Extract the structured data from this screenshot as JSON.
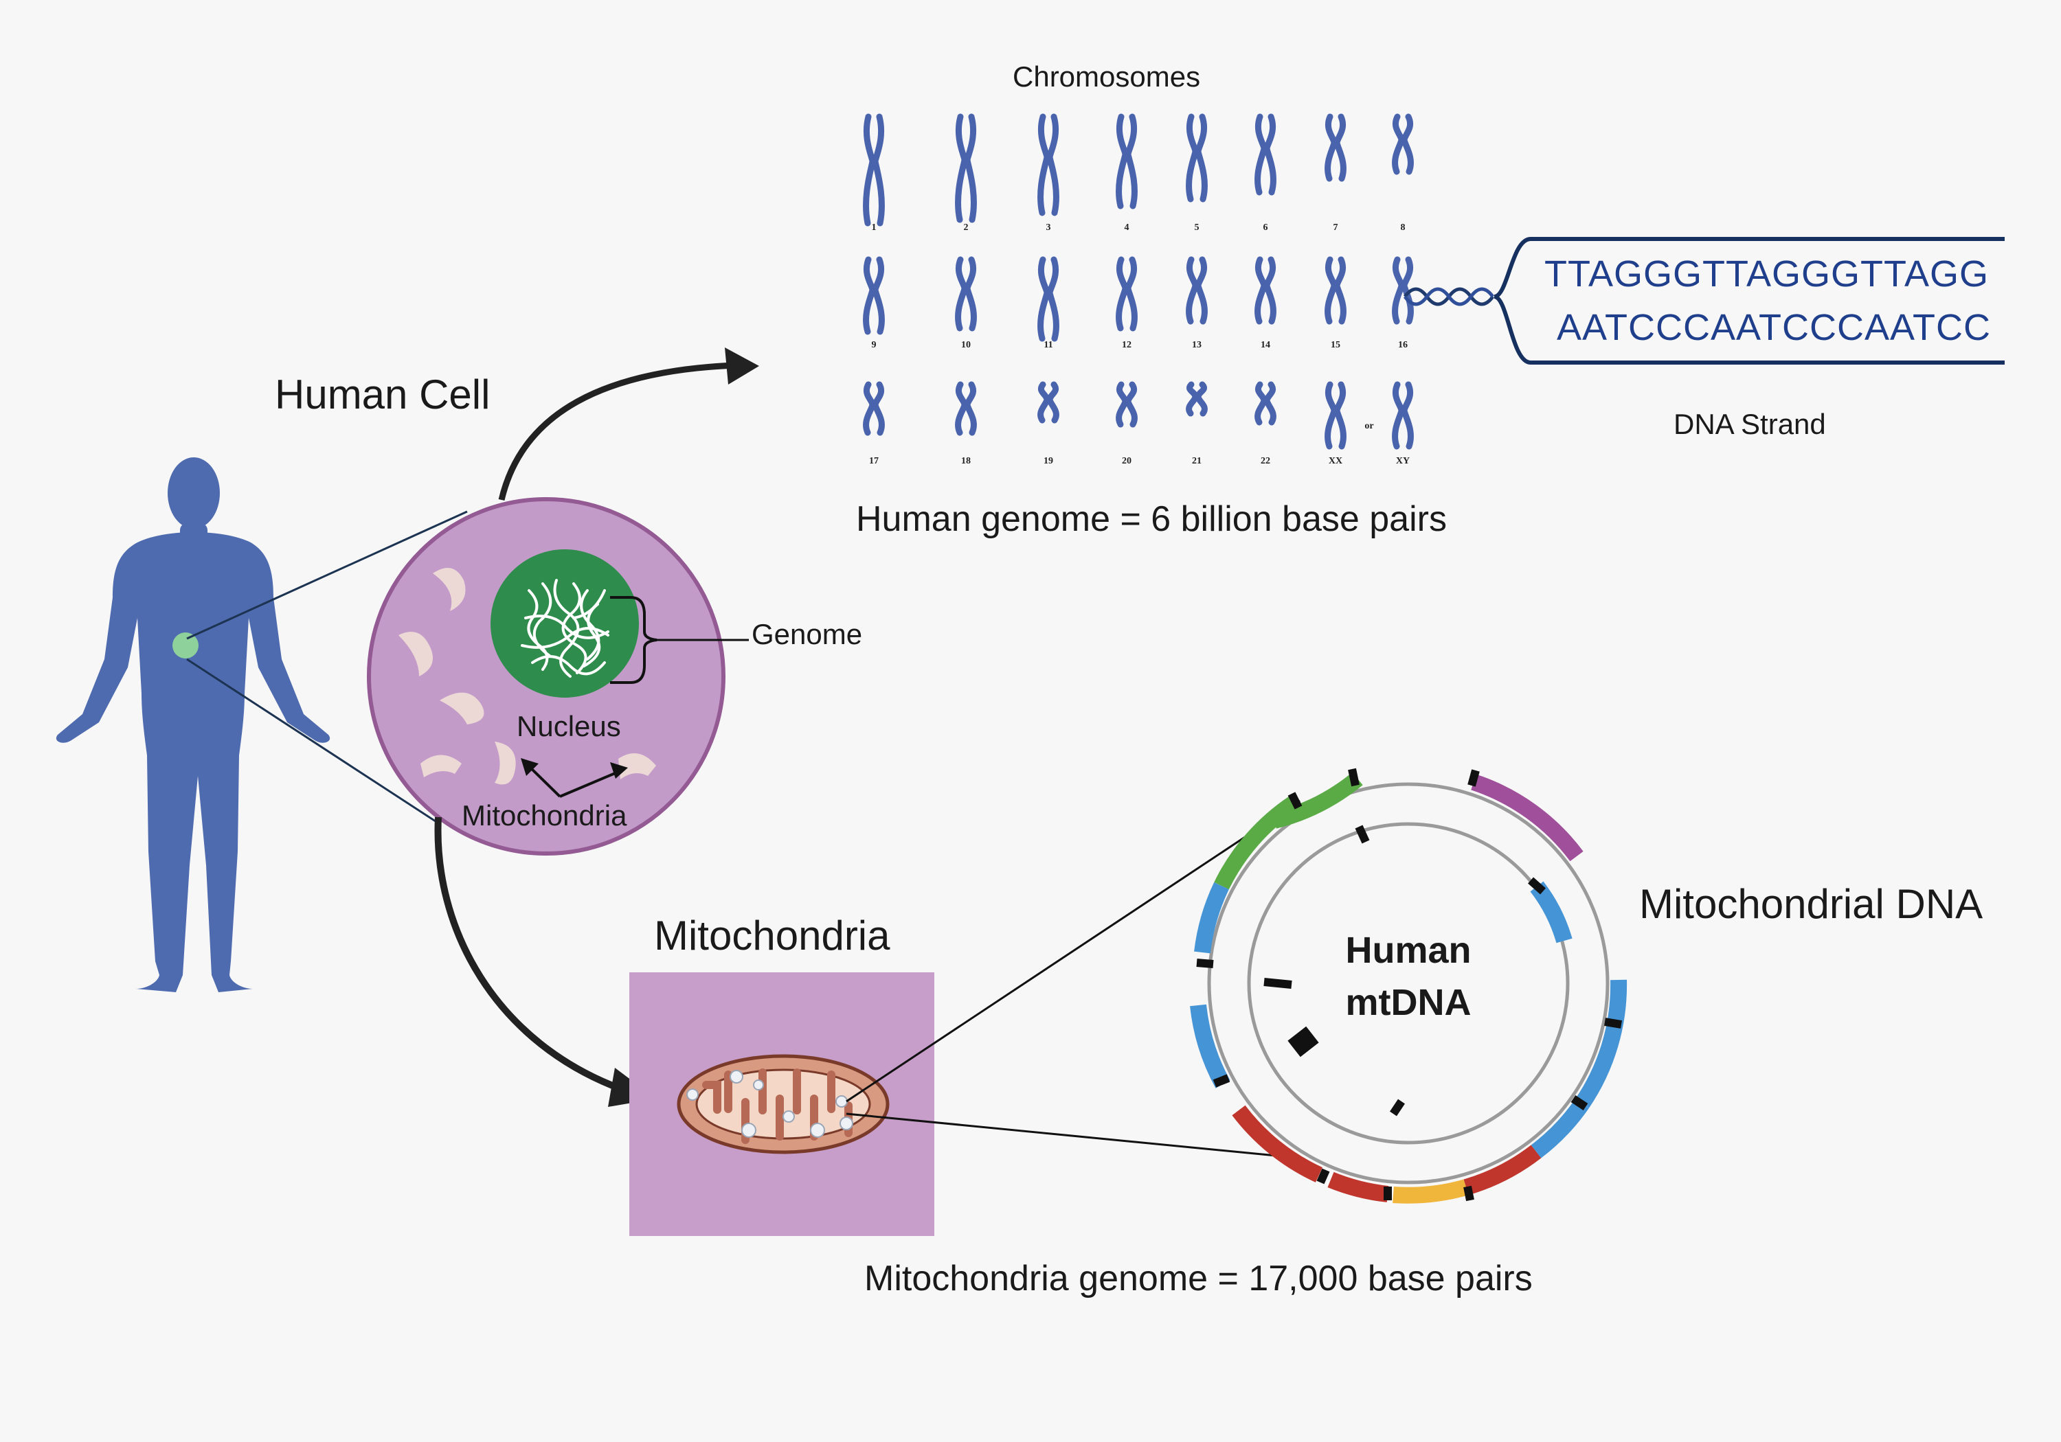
{
  "labels": {
    "chromosomes_title": "Chromosomes",
    "human_cell": "Human Cell",
    "genome": "Genome",
    "nucleus": "Nucleus",
    "mitochondria_in_cell": "Mitochondria",
    "human_genome_size": "Human genome = 6 billion base pairs",
    "dna_strand": "DNA Strand",
    "mitochondria_title": "Mitochondria",
    "mitochondrial_dna": "Mitochondrial DNA",
    "mtdna_center_line1": "Human",
    "mtdna_center_line2": "mtDNA",
    "mito_genome_size": "Mitochondria genome = 17,000 base pairs"
  },
  "dna_sequence": {
    "top": "TTAGGGTTAGGGTTAGG",
    "bottom": "AATCCCAATCCCAATCC"
  },
  "karyotype": {
    "rows": [
      [
        "1",
        "2",
        "3",
        "4",
        "5",
        "6",
        "7",
        "8"
      ],
      [
        "9",
        "10",
        "11",
        "12",
        "13",
        "14",
        "15",
        "16"
      ],
      [
        "17",
        "18",
        "19",
        "20",
        "21",
        "22",
        "XX",
        "XY"
      ]
    ],
    "sex_separator": "or"
  },
  "colors": {
    "chromosome": "#4a63ad",
    "body": "#4f6baf",
    "cell": "#c39bc9",
    "cell_border": "#935a93",
    "nucleus": "#2e8c4c",
    "mito_box": "#c79ec9",
    "mtdna_green": "#5aab46",
    "mtdna_purple": "#a04f9b",
    "mtdna_blue": "#4594d6",
    "mtdna_red": "#c0362c",
    "mtdna_yellow": "#f0b63c"
  }
}
